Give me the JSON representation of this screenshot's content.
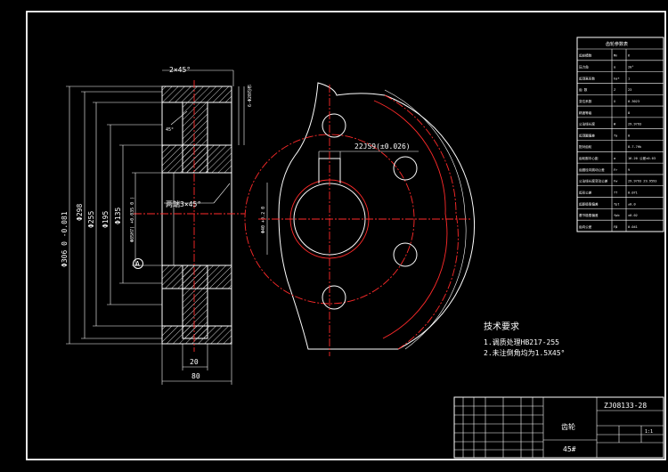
{
  "drawing": {
    "chamfer_note": "2×45°",
    "holes_note": "6-Φ20均布",
    "hole_angle": "45°",
    "bore_chamfer_note": "两端3×45°",
    "keyway_note": "22JS9(±0.026)",
    "datum": "A",
    "dims_vertical": [
      "Φ306 0 -0.081",
      "Φ298",
      "Φ255",
      "Φ195",
      "Φ135",
      "Φ85H7( +0.035 0 )"
    ],
    "bore_dim": "Φ40 +0.2 0",
    "dim_20": "20",
    "dim_80": "80"
  },
  "tech_requirements": {
    "title": "技术要求",
    "items": [
      "1.调质处理HB217-255",
      "2.未注倒角均为1.5X45°"
    ]
  },
  "param_table": {
    "title": "齿轮参数表",
    "rows": [
      {
        "name": "齿轮模数",
        "sym": "Mn",
        "val": "6"
      },
      {
        "name": "压力角",
        "sym": "α",
        "val": "20°"
      },
      {
        "name": "齿顶高系数",
        "sym": "ha*",
        "val": "1"
      },
      {
        "name": "齿 数",
        "sym": "Z",
        "val": "23"
      },
      {
        "name": "变位系数",
        "sym": "X",
        "val": "0.3023"
      },
      {
        "name": "精度等级",
        "sym": "",
        "val": "8"
      },
      {
        "name": "公法线长度",
        "sym": "W",
        "val": "29.9793"
      },
      {
        "name": "齿顶圆偏差",
        "sym": "fa",
        "val": "0"
      },
      {
        "name": "配对齿轮",
        "sym": "",
        "val": "8-7-7Hk"
      },
      {
        "name": "齿轮副中心距",
        "sym": "a",
        "val": "16-20 公差±0.03"
      },
      {
        "name": "齿圈径向跳动公差",
        "sym": "Fr",
        "val": "9"
      },
      {
        "name": "公法线长度变动公差",
        "sym": "Fw",
        "val": "29.9793 29.9593"
      },
      {
        "name": "齿形公差",
        "sym": "ff",
        "val": "0.071"
      },
      {
        "name": "齿距极限偏差",
        "sym": "fpt",
        "val": "±0.0"
      },
      {
        "name": "基节极限偏差",
        "sym": "fpb",
        "val": "±0.02"
      },
      {
        "name": "齿向公差",
        "sym": "Fβ",
        "val": "0.041"
      }
    ]
  },
  "title_block": {
    "drawing_no": "ZJ08133-28",
    "part_name": "齿轮",
    "material": "45#",
    "scale": "1:1"
  }
}
